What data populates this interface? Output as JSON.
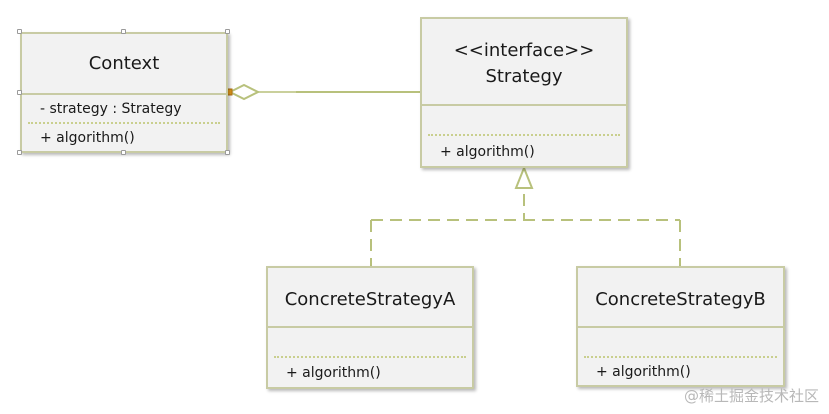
{
  "context": {
    "name": "Context",
    "attribute": "- strategy : Strategy",
    "operation": "+ algorithm()"
  },
  "strategy": {
    "stereotype": "<<interface>>",
    "name": "Strategy",
    "operation": "+ algorithm()"
  },
  "concrete_a": {
    "name": "ConcreteStrategyA",
    "operation": "+ algorithm()"
  },
  "concrete_b": {
    "name": "ConcreteStrategyB",
    "operation": "+ algorithm()"
  },
  "watermark": "@稀土掘金技术社区",
  "colors": {
    "border": "#c8cba4",
    "box_fill": "#f2f2f2",
    "connector": "#b8c17c",
    "selection_handle": "#e59a1a"
  }
}
